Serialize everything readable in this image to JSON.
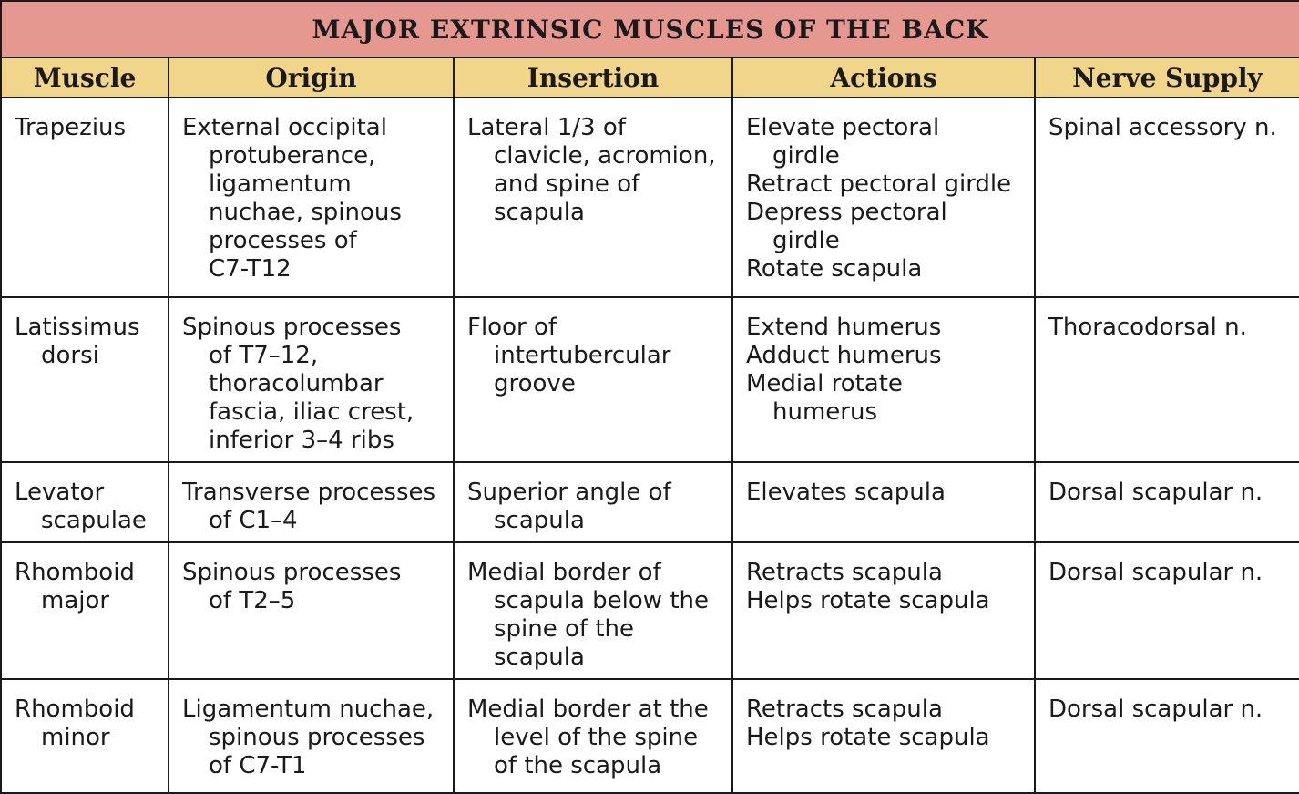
{
  "table": {
    "title": "MAJOR EXTRINSIC MUSCLES OF THE BACK",
    "header_colors": {
      "title_bg": "#e59890",
      "column_header_bg": "#f0d58a"
    },
    "columns": [
      "Muscle",
      "Origin",
      "Insertion",
      "Actions",
      "Nerve Supply"
    ],
    "rows": [
      {
        "muscle": [
          "Trapezius"
        ],
        "origin": [
          "External occipital",
          "protuberance,",
          "ligamentum",
          "nuchae, spinous",
          "processes of",
          "C7-T12"
        ],
        "insertion": [
          "Lateral 1/3 of",
          "clavicle, acromion,",
          "and spine of",
          "scapula"
        ],
        "actions": [
          "Elevate pectoral",
          "girdle",
          "Retract pectoral girdle",
          "Depress pectoral",
          "girdle",
          "Rotate scapula"
        ],
        "nerve": [
          "Spinal accessory n."
        ]
      },
      {
        "muscle": [
          "Latissimus",
          "dorsi"
        ],
        "origin": [
          "Spinous processes",
          "of T7–12,",
          "thoracolumbar",
          "fascia, iliac crest,",
          "inferior 3–4 ribs"
        ],
        "insertion": [
          "Floor of",
          "intertubercular",
          "groove"
        ],
        "actions": [
          "Extend humerus",
          "Adduct humerus",
          "Medial rotate",
          "humerus"
        ],
        "nerve": [
          "Thoracodorsal n."
        ]
      },
      {
        "muscle": [
          "Levator",
          "scapulae"
        ],
        "origin": [
          "Transverse processes",
          "of C1–4"
        ],
        "insertion": [
          "Superior angle of",
          "scapula"
        ],
        "actions": [
          "Elevates scapula"
        ],
        "nerve": [
          "Dorsal scapular n."
        ]
      },
      {
        "muscle": [
          "Rhomboid",
          "major"
        ],
        "origin": [
          "Spinous processes",
          "of T2–5"
        ],
        "insertion": [
          "Medial border of",
          "scapula below the",
          "spine of the",
          "scapula"
        ],
        "actions": [
          "Retracts scapula",
          "Helps rotate scapula"
        ],
        "nerve": [
          "Dorsal scapular n."
        ]
      },
      {
        "muscle": [
          "Rhomboid",
          "minor"
        ],
        "origin": [
          "Ligamentum nuchae,",
          "spinous processes",
          "of C7-T1"
        ],
        "insertion": [
          "Medial border at the",
          "level of the spine",
          "of the scapula"
        ],
        "actions": [
          "Retracts scapula",
          "Helps rotate scapula"
        ],
        "nerve": [
          "Dorsal scapular n."
        ]
      }
    ]
  }
}
